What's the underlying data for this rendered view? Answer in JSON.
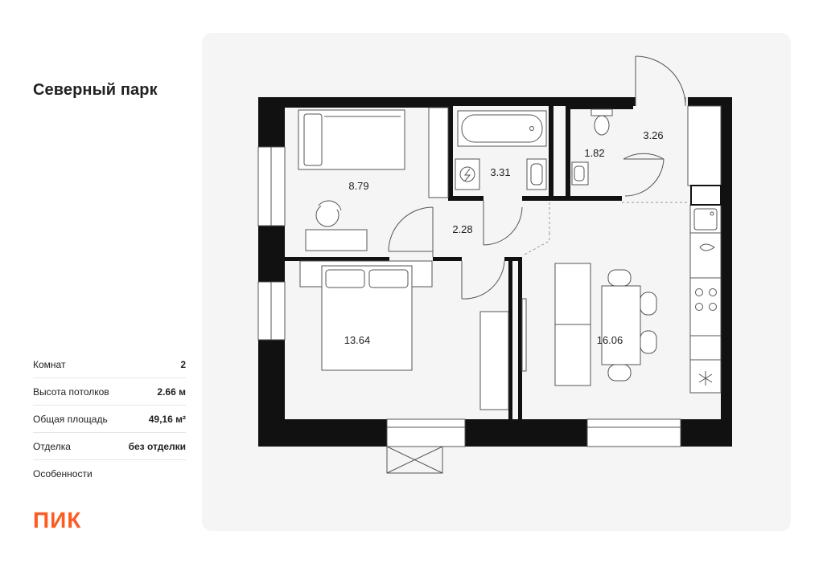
{
  "project": {
    "title": "Северный парк"
  },
  "properties": [
    {
      "label": "Комнат",
      "value": "2"
    },
    {
      "label": "Высота потолков",
      "value": "2.66 м"
    },
    {
      "label": "Общая площадь",
      "value": "49,16 м²"
    },
    {
      "label": "Отделка",
      "value": "без отделки"
    },
    {
      "label": "Особенности",
      "value": ""
    }
  ],
  "logo": {
    "text": "ПИК",
    "color": "#ff5a1f"
  },
  "plan": {
    "rooms": {
      "bedroom_small": "8.79",
      "bathroom": "3.31",
      "toilet": "1.82",
      "entry": "3.26",
      "hall": "2.28",
      "bedroom_large": "13.64",
      "kitchen_living": "16.06"
    },
    "colors": {
      "wall": "#111111",
      "panel": "#f5f5f5",
      "furniture_stroke": "#555555"
    }
  }
}
